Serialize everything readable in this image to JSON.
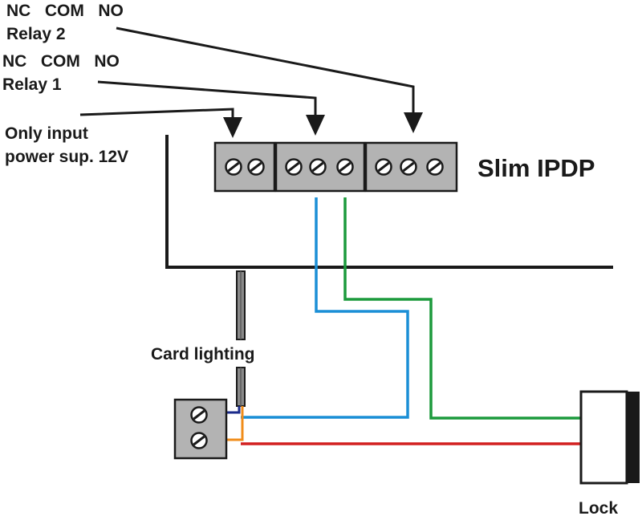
{
  "labels": {
    "relay2_contacts": "NC   COM   NO",
    "relay2_name": "Relay 2",
    "relay1_contacts": "NC   COM   NO",
    "relay1_name": "Relay 1",
    "power_line1": "Only input",
    "power_line2": "power sup. 12V",
    "device_name": "Slim IPDP",
    "card_lighting": "Card lighting",
    "lock": "Lock"
  },
  "colors": {
    "outline": "#1a1a1a",
    "terminal_fill": "#b3b3b3",
    "wire_blue": "#1b8fd6",
    "wire_green": "#1c9a3c",
    "wire_red": "#d22020",
    "wire_orange": "#f08c1a",
    "wire_navy": "#1a2a8a",
    "lock_body": "#ffffff"
  },
  "terminal_blocks": [
    {
      "name": "power-terminal",
      "screws": 2
    },
    {
      "name": "relay1-terminal",
      "screws": 3
    },
    {
      "name": "relay2-terminal",
      "screws": 3
    }
  ],
  "lock_terminal": {
    "screws": 2
  }
}
